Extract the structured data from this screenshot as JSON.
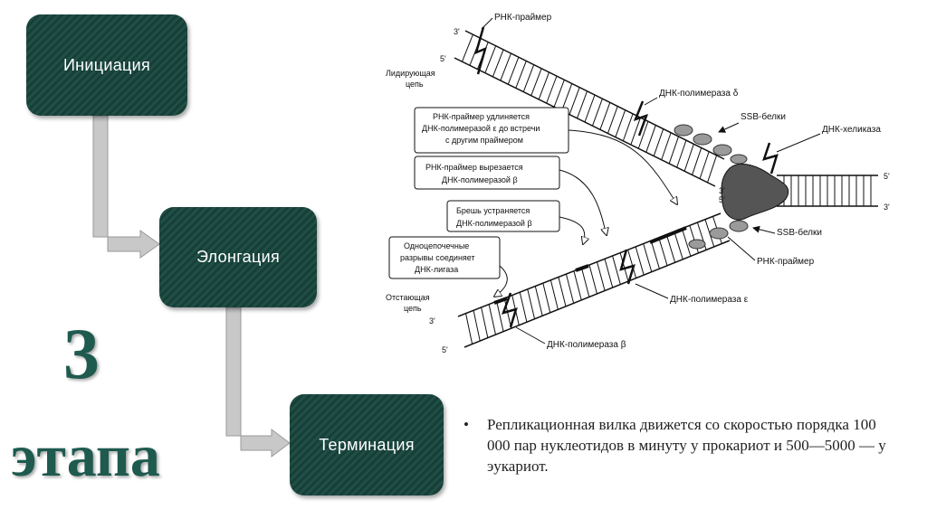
{
  "stages": {
    "initiation": "Инициация",
    "elongation": "Элонгация",
    "termination": "Терминация"
  },
  "stages_title": {
    "number": "3",
    "word": "этапа"
  },
  "diagram": {
    "rna_primer_top": "РНК-праймер",
    "three_prime_top": "3'",
    "five_prime_top": "5'",
    "leading_strand": [
      "Лидирующая",
      "цепь"
    ],
    "dna_pol_delta": "ДНК-полимераза δ",
    "ssb_top": "SSB-белки",
    "helicase": "ДНК-хеликаза",
    "callout1": [
      "РНК-праймер удлиняется",
      "ДНК-полимеразой ε до встречи",
      "с другим праймером"
    ],
    "callout2": [
      "РНК-праймер вырезается",
      "ДНК-полимеразой β"
    ],
    "callout3": [
      "Брешь устраняется",
      "ДНК-полимеразой β"
    ],
    "callout4": [
      "Одноцепочечные",
      "разрывы соединяет",
      "ДНК-лигаза"
    ],
    "right_5": "5'",
    "right_3": "3'",
    "fork_3": "3'",
    "fork_5": "5'",
    "ssb_bottom": "SSB-белки",
    "rna_primer_bottom": "РНК-праймер",
    "lagging_strand": [
      "Отстающая",
      "цепь"
    ],
    "three_prime_bottom": "3'",
    "five_prime_bottom": "5'",
    "dna_pol_epsilon": "ДНК-полимераза ε",
    "dna_pol_beta": "ДНК-полимераза β"
  },
  "note": {
    "bullet": "•",
    "text": "Репликационная вилка движется со скоростью порядка 100 000 пар нуклеотидов в минуту у прокариот и 500—5000 — у эукариот."
  },
  "colors": {
    "box": "#1f4f46",
    "title": "#1f5a4f",
    "connector": "#c8c8c8"
  }
}
